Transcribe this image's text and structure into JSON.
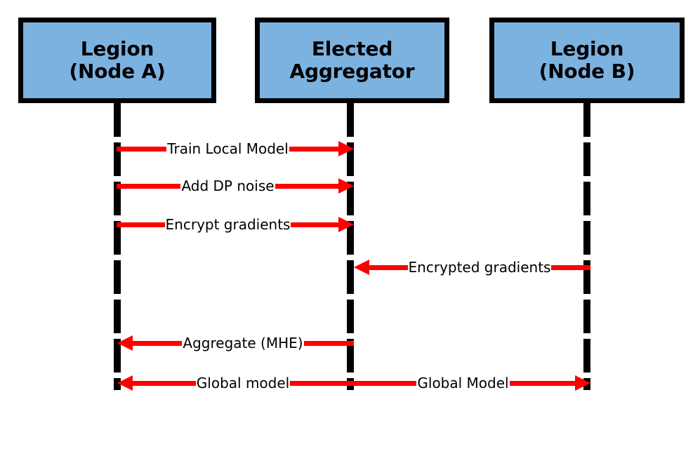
{
  "diagram": {
    "type": "sequence-diagram",
    "background_color": "#FFFFFF",
    "participant_fill": "#7CB2E0",
    "participant_border": "#000000",
    "arrow_color": "#FF0000",
    "lifeline_color": "#000000",
    "participants": [
      {
        "id": "node-a",
        "line1": "Legion",
        "line2": "(Node A)"
      },
      {
        "id": "aggregator",
        "line1": "Elected",
        "line2": "Aggregator"
      },
      {
        "id": "node-b",
        "line1": "Legion",
        "line2": "(Node B)"
      }
    ],
    "messages": [
      {
        "label": "Train Local Model",
        "from": "node-a",
        "to": "aggregator",
        "direction": "right"
      },
      {
        "label": "Add DP noise",
        "from": "node-a",
        "to": "aggregator",
        "direction": "right"
      },
      {
        "label": "Encrypt gradients",
        "from": "node-a",
        "to": "aggregator",
        "direction": "right"
      },
      {
        "label": "Encrypted gradients",
        "from": "node-b",
        "to": "aggregator",
        "direction": "left"
      },
      {
        "label": "Aggregate (MHE)",
        "from": "aggregator",
        "to": "node-a",
        "direction": "left"
      },
      {
        "label": "Global model",
        "from": "aggregator",
        "to": "node-a",
        "direction": "left"
      },
      {
        "label": "Global Model",
        "from": "aggregator",
        "to": "node-b",
        "direction": "right"
      }
    ]
  }
}
